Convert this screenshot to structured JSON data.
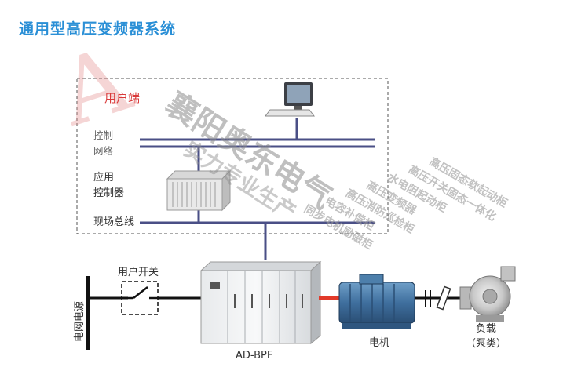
{
  "title": "通用型高压变频器系统",
  "labels": {
    "user_end": "用户端",
    "control_network_line1": "控制",
    "control_network_line2": "网络",
    "app_controller_line1": "应用",
    "app_controller_line2": "控制器",
    "field_bus": "现场总线",
    "user_switch": "用户开关",
    "grid_power": "电网电源",
    "vfd": "AD-BPF",
    "motor": "电机",
    "load_line1": "负载",
    "load_line2": "（泵类）"
  },
  "watermark": {
    "logo_letter": "A",
    "company": "襄阳奥东电气",
    "slogan": "实力专业生产",
    "products": [
      "高压固态软起动柜",
      "高压开关固态一体化",
      "水电阻起动柜",
      "高压变频器",
      "高压消防巡检柜",
      "电容补偿柜",
      "同步电机励磁柜"
    ]
  },
  "colors": {
    "title": "#2a8fd6",
    "bus_line": "#4a4f86",
    "user_end_text": "#d93a3a"
  }
}
